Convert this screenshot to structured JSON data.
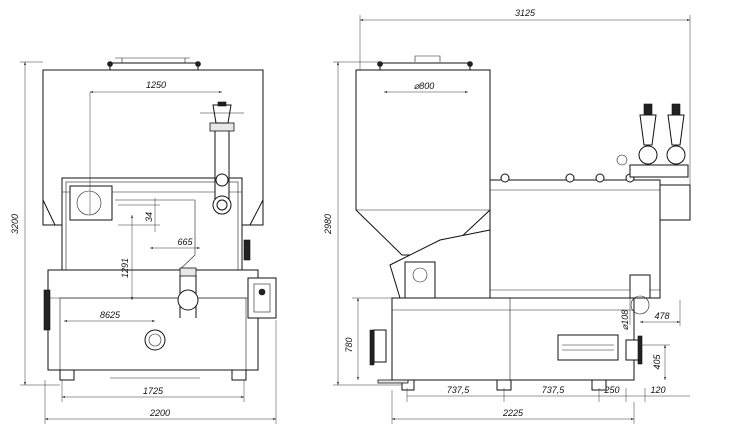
{
  "front_view": {
    "height_total": "3200",
    "width_hopper_offset": "1250",
    "dim_34": "34",
    "dim_665": "665",
    "dim_1291": "1291",
    "dim_8625": "8625",
    "width_base": "1725",
    "width_total": "2200"
  },
  "side_view": {
    "length_total": "3125",
    "height_total": "2980",
    "hopper_diameter": "⌀800",
    "height_780": "780",
    "pipe_diameter": "⌀108",
    "dim_478": "478",
    "dim_405": "405",
    "dim_737_a": "737,5",
    "dim_737_b": "737,5",
    "dim_250": "250",
    "dim_120": "120",
    "length_base": "2225"
  }
}
